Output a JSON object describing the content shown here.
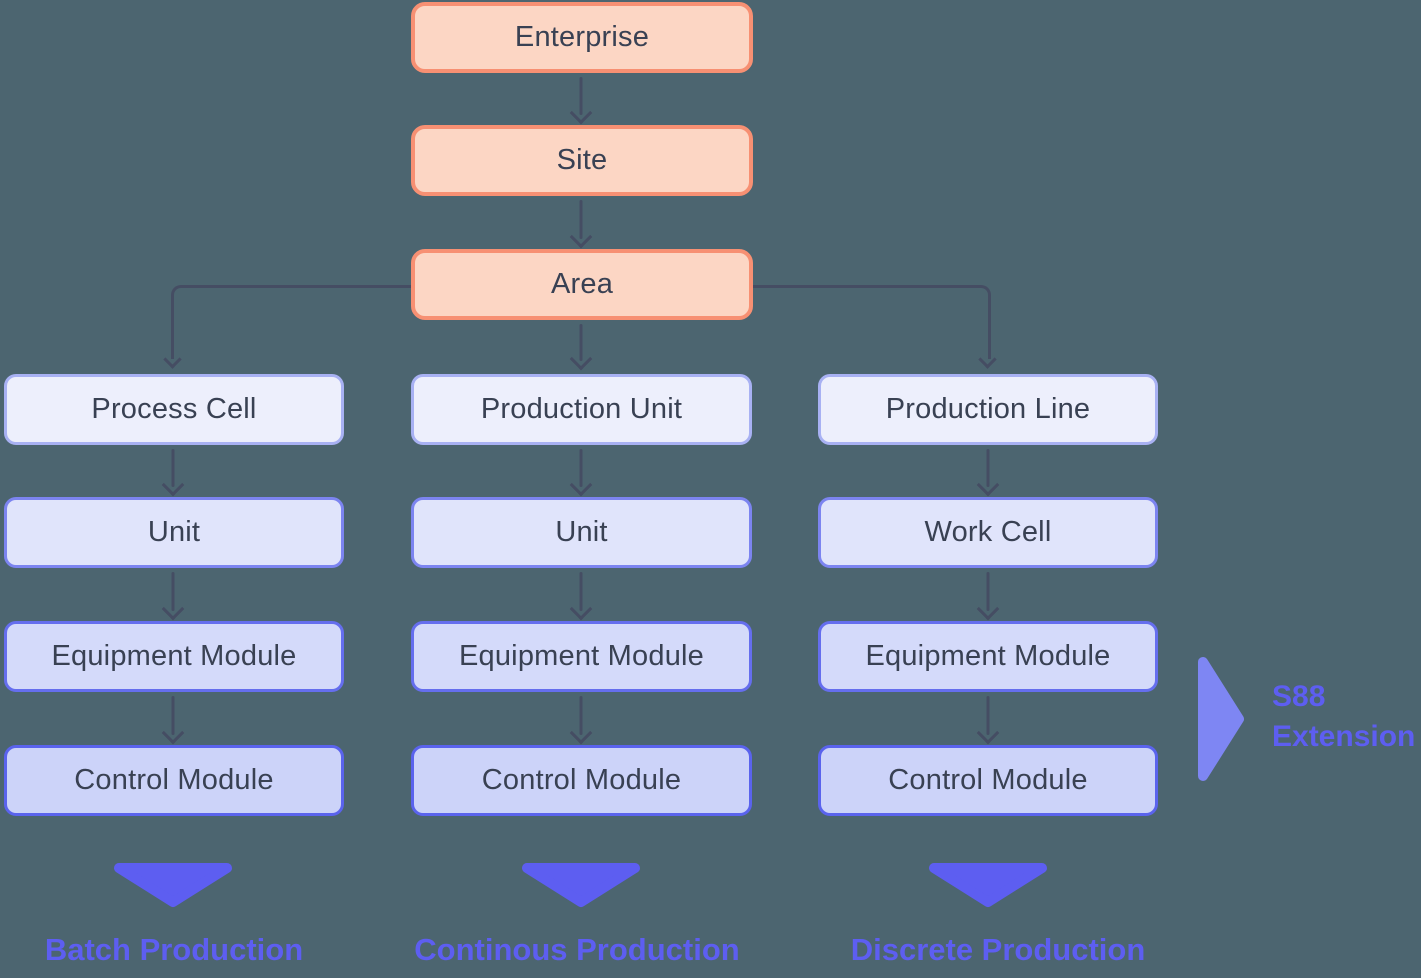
{
  "diagram": {
    "top_levels": [
      "Enterprise",
      "Site",
      "Area"
    ],
    "columns": [
      {
        "levels": [
          "Process Cell",
          "Unit",
          "Equipment Module",
          "Control Module"
        ],
        "footer": "Batch Production"
      },
      {
        "levels": [
          "Production Unit",
          "Unit",
          "Equipment Module",
          "Control Module"
        ],
        "footer": "Continous Production"
      },
      {
        "levels": [
          "Production Line",
          "Work Cell",
          "Equipment Module",
          "Control Module"
        ],
        "footer": "Discrete Production"
      }
    ],
    "annotation": {
      "line1": "S88",
      "line2": "Extension"
    }
  },
  "palette": {
    "background": "#4c6570",
    "connector": "#454d63",
    "node_text": "#394153",
    "top_node_fill": "#fcd6c4",
    "top_node_border": "#f79073",
    "level1_fill": "#edeffc",
    "level1_border": "#a8b1f3",
    "level2_fill": "#e0e4fb",
    "level2_border": "#7c84f0",
    "level3_fill": "#d4dafa",
    "level3_border": "#656eee",
    "level4_fill": "#ccd3f9",
    "level4_border": "#5a63ed",
    "accent_purple": "#5d5ef1",
    "annotation_arrow_purple": "#7e86f3"
  }
}
